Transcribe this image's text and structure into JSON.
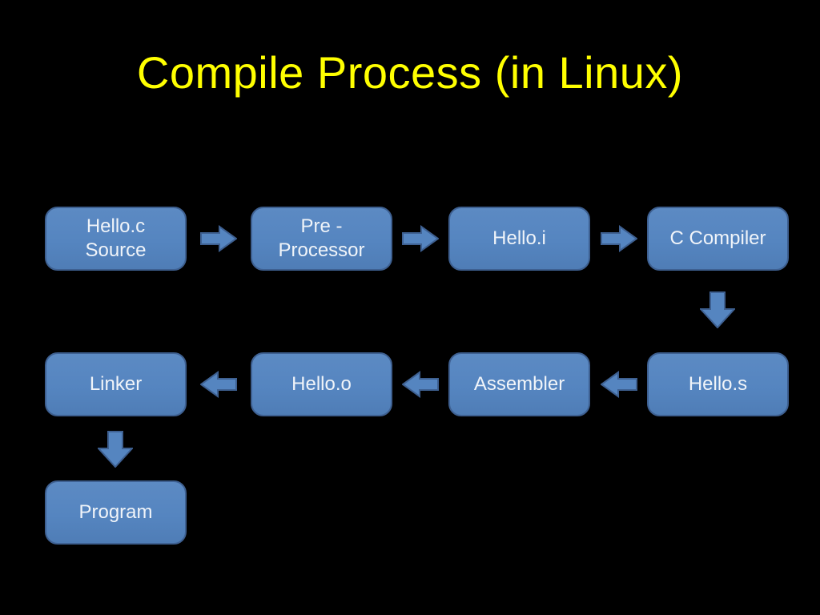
{
  "slide": {
    "title": "Compile Process (in Linux)",
    "colors": {
      "background": "#000000",
      "title_color": "#FFFF00",
      "box_fill": "#5585C0",
      "box_border": "#3E6091",
      "text_color": "#F0F4F9"
    }
  },
  "diagram": {
    "nodes": {
      "hello_c_source": "Hello.c\nSource",
      "pre_processor": "Pre -\nProcessor",
      "hello_i": "Hello.i",
      "c_compiler": "C Compiler",
      "hello_s": "Hello.s",
      "assembler": "Assembler",
      "hello_o": "Hello.o",
      "linker": "Linker",
      "program": "Program"
    },
    "edges": [
      {
        "from": "Hello.c Source",
        "to": "Pre - Processor",
        "direction": "right"
      },
      {
        "from": "Pre - Processor",
        "to": "Hello.i",
        "direction": "right"
      },
      {
        "from": "Hello.i",
        "to": "C Compiler",
        "direction": "right"
      },
      {
        "from": "C Compiler",
        "to": "Hello.s",
        "direction": "down"
      },
      {
        "from": "Hello.s",
        "to": "Assembler",
        "direction": "left"
      },
      {
        "from": "Assembler",
        "to": "Hello.o",
        "direction": "left"
      },
      {
        "from": "Hello.o",
        "to": "Linker",
        "direction": "left"
      },
      {
        "from": "Linker",
        "to": "Program",
        "direction": "down"
      }
    ]
  }
}
